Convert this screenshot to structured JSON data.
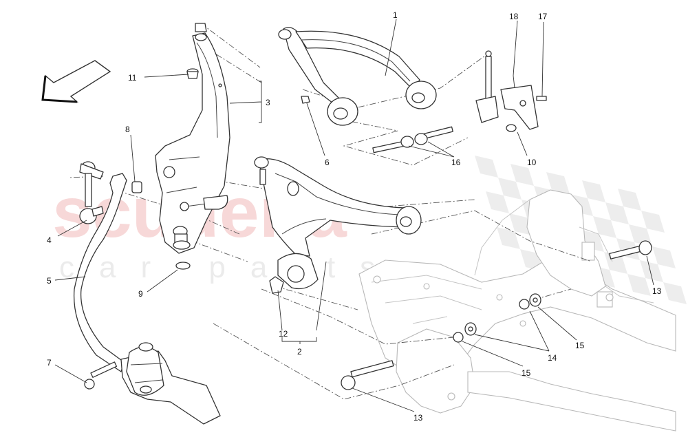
{
  "watermark": {
    "brand": "scuderia",
    "sub": "car parts",
    "color": "#d83a3a"
  },
  "callouts": [
    "1",
    "2",
    "3",
    "4",
    "5",
    "6",
    "7",
    "8",
    "9",
    "10",
    "11",
    "12",
    "13",
    "13",
    "14",
    "15",
    "15",
    "16",
    "17",
    "18"
  ],
  "icons": {
    "direction": "direction-arrow-icon"
  }
}
